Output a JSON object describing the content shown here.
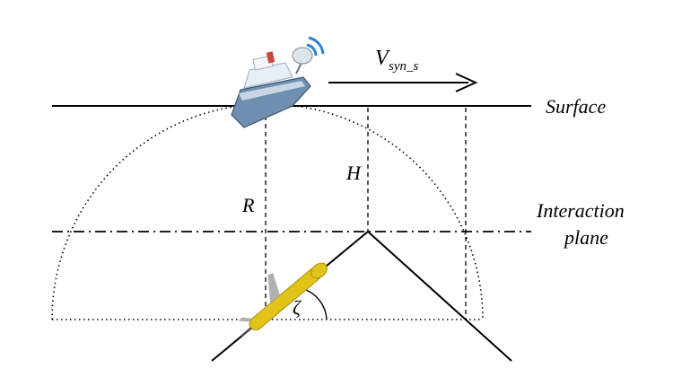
{
  "labels": {
    "velocity": "V",
    "velocity_subscript": "syn_s",
    "surface": "Surface",
    "depth": "H",
    "range": "R",
    "interaction_plane_line1": "Interaction",
    "interaction_plane_line2": "plane",
    "angle": "ζ"
  },
  "colors": {
    "lines": "#000000",
    "ship_hull": "#6f8fb0",
    "ship_cabin": "#e8eef5",
    "antenna": "#2a84d0",
    "glider_body": "#e2c418",
    "glider_fin": "#b0b0b0"
  },
  "icons": {
    "ship": "ship-icon",
    "antenna": "satellite-antenna-icon",
    "glider": "underwater-glider-icon"
  }
}
